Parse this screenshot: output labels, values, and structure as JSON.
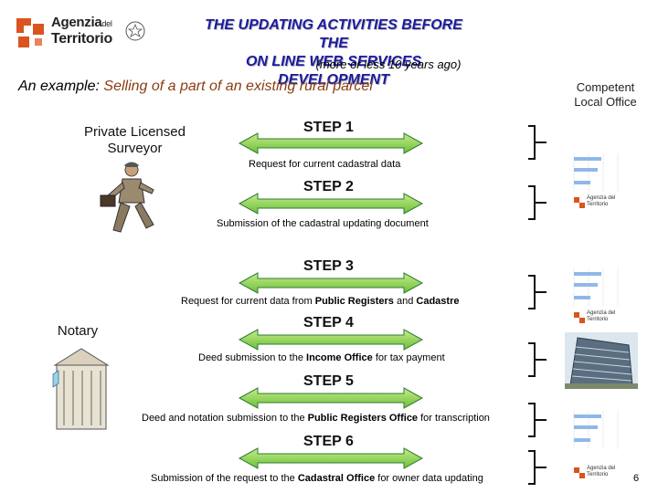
{
  "header": {
    "logo_line1": "Agenzia",
    "logo_del": "del",
    "logo_line2": "Territorio",
    "title_line1": "THE UPDATING ACTIVITIES BEFORE THE",
    "title_line2": "ON LINE WEB SERVICES DEVELOPMENT",
    "subtitle": "(more or less 10 years ago)"
  },
  "example": {
    "prefix": "An example: ",
    "highlight": "Selling of a part of an existing rural parcel"
  },
  "competent_office": {
    "line1": "Competent",
    "line2": "Local Office"
  },
  "roles": {
    "surveyor_line1": "Private Licensed",
    "surveyor_line2": "Surveyor",
    "notary": "Notary"
  },
  "steps": [
    {
      "label": "STEP 1",
      "caption": "Request for current cadastral data"
    },
    {
      "label": "STEP 2",
      "caption": "Submission of the cadastral updating document"
    },
    {
      "label": "STEP 3",
      "caption_pre": "Request for current data from ",
      "caption_b1": "Public Registers",
      "caption_mid": " and ",
      "caption_b2": "Cadastre"
    },
    {
      "label": "STEP 4",
      "caption_pre": "Deed submission to the ",
      "caption_b1": "Income Office",
      "caption_post": " for tax payment"
    },
    {
      "label": "STEP 5",
      "caption_pre": "Deed and notation submission to the ",
      "caption_b1": "Public Registers Office",
      "caption_post": " for transcription"
    },
    {
      "label": "STEP 6",
      "caption_pre": "Submission of the request to the ",
      "caption_b1": "Cadastral Office",
      "caption_post": " for owner data updating"
    }
  ],
  "thumb_logo": {
    "line1": "Agenzia del",
    "line2": "Territorio"
  },
  "page_number": "6",
  "colors": {
    "arrow_fill": "#8fd14f",
    "arrow_stroke": "#2e7d32",
    "title": "#1a1aa0",
    "highlight": "#8a3d10",
    "logo_orange": "#d9541e"
  }
}
